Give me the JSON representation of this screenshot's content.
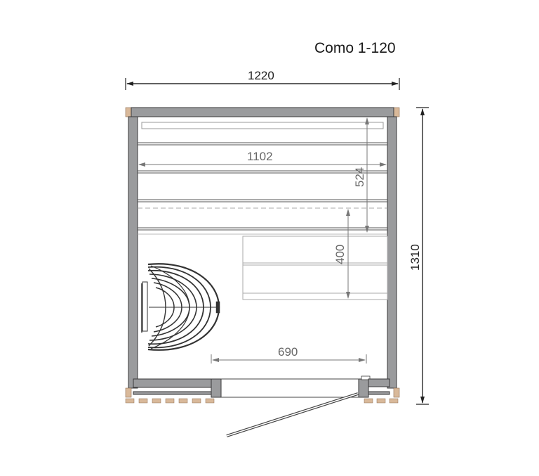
{
  "title": "Como 1-120",
  "dimensions": {
    "outer_width": "1220",
    "outer_depth": "1310",
    "bench_length": "1102",
    "upper_bench_depth": "524",
    "lower_bench_depth": "400",
    "door_width": "690"
  },
  "colors": {
    "wall": "#9a9b9d",
    "wall_stroke": "#3a3a3a",
    "wood": "#d9b99a",
    "bench_line": "#555555",
    "dim_dark": "#222222",
    "dim_grey": "#777777"
  },
  "components": {
    "heater": "sauna-stove-heater",
    "door": "glass-door-open",
    "benches": [
      "upper-bench",
      "lower-bench"
    ]
  }
}
